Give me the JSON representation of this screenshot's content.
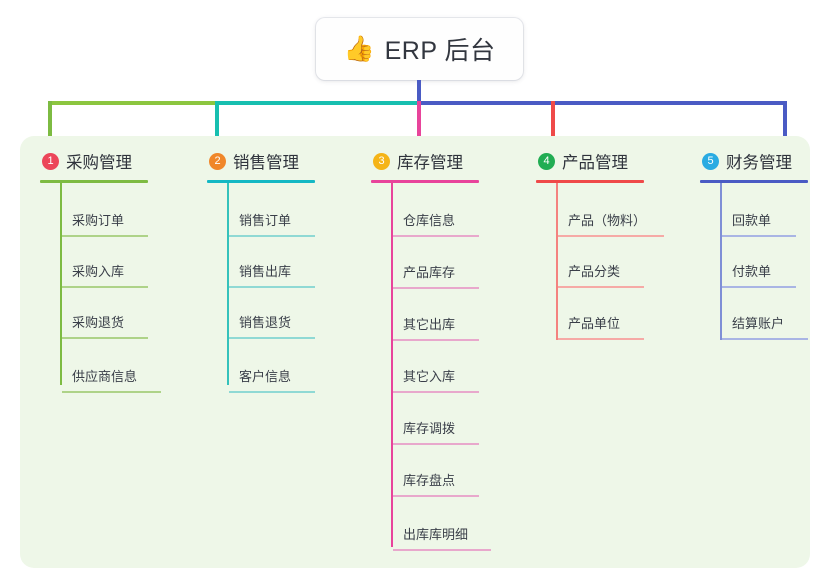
{
  "root": {
    "icon": "thumbs-up-icon",
    "emoji": "👍",
    "title": "ERP 后台"
  },
  "palette": {
    "panel_bg": "#eef7e8",
    "stem": "#4a5bc4",
    "bar_green": "#8cc63f",
    "bar_teal": "#17bfb0",
    "bar_blue": "#4a5bc4"
  },
  "columns": [
    {
      "number": "1",
      "title": "采购管理",
      "badge_color": "#ec4659",
      "rule_color": "#7dbb42",
      "spine_color": "#7dbb42",
      "item_rule_color": "#aed388",
      "drop_color": "#7dbb42",
      "items": [
        "采购订单",
        "采购入库",
        "采购退货",
        "供应商信息"
      ]
    },
    {
      "number": "2",
      "title": "销售管理",
      "badge_color": "#f0872a",
      "rule_color": "#14b8c4",
      "spine_color": "#35c2bb",
      "item_rule_color": "#8fd9d4",
      "drop_color": "#17bfb0",
      "items": [
        "销售订单",
        "销售出库",
        "销售退货",
        "客户信息"
      ]
    },
    {
      "number": "3",
      "title": "库存管理",
      "badge_color": "#f5b417",
      "rule_color": "#e8449b",
      "spine_color": "#e8449b",
      "item_rule_color": "#e8a8cc",
      "drop_color": "#e8449b",
      "items": [
        "仓库信息",
        "产品库存",
        "其它出库",
        "其它入库",
        "库存调拨",
        "库存盘点",
        "出库库明细"
      ]
    },
    {
      "number": "4",
      "title": "产品管理",
      "badge_color": "#21ad53",
      "rule_color": "#ef4a49",
      "spine_color": "#f4827f",
      "item_rule_color": "#f6aaa6",
      "drop_color": "#ef4a49",
      "items": [
        "产品（物料）",
        "产品分类",
        "产品单位"
      ]
    },
    {
      "number": "5",
      "title": "财务管理",
      "badge_color": "#29abe2",
      "rule_color": "#4a5bc4",
      "spine_color": "#7f8fd6",
      "item_rule_color": "#a9b5e4",
      "drop_color": "#4a5bc4",
      "items": [
        "回款单",
        "付款单",
        "结算账户"
      ]
    }
  ]
}
